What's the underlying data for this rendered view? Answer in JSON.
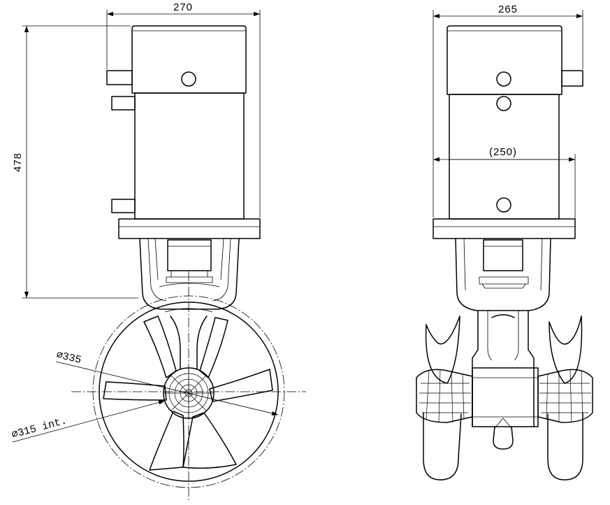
{
  "labels": {
    "left_width": "270",
    "left_height": "478",
    "right_width": "265",
    "right_inner": "(250)",
    "dia_outer": "∅335",
    "dia_inner": "∅315 int."
  }
}
